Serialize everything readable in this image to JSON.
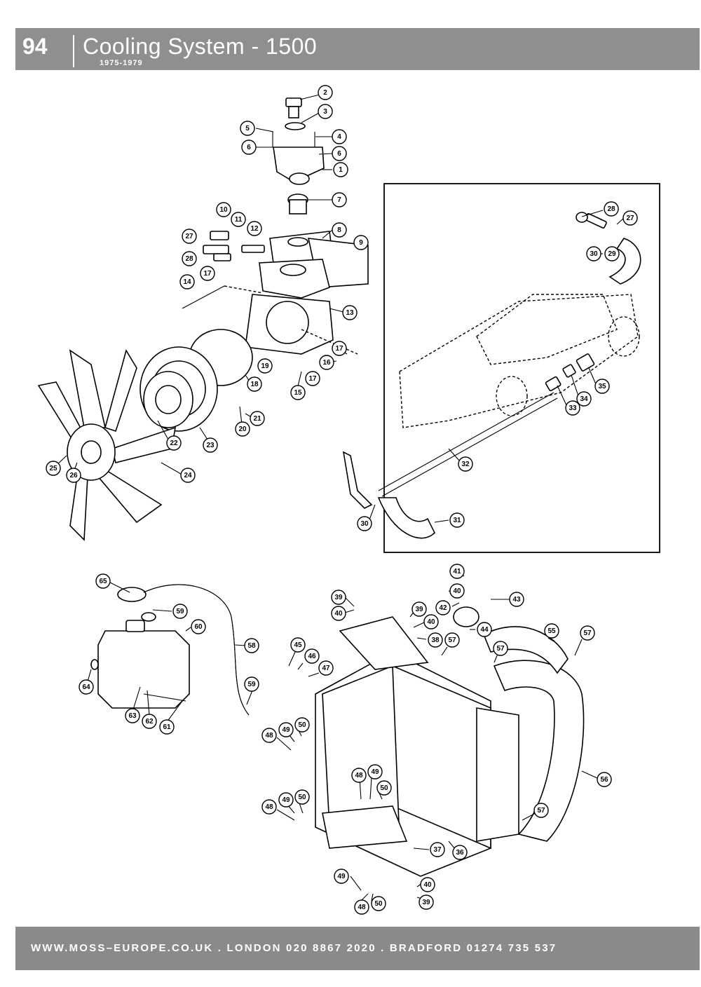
{
  "header": {
    "page_number": "94",
    "title": "Cooling System - 1500",
    "years": "1975-1979"
  },
  "callouts": [
    {
      "label": "1"
    },
    {
      "label": "2"
    },
    {
      "label": "3"
    },
    {
      "label": "4"
    },
    {
      "label": "5"
    },
    {
      "label": "6"
    },
    {
      "label": "6"
    },
    {
      "label": "7"
    },
    {
      "label": "8"
    },
    {
      "label": "9"
    },
    {
      "label": "10"
    },
    {
      "label": "11"
    },
    {
      "label": "12"
    },
    {
      "label": "13"
    },
    {
      "label": "14"
    },
    {
      "label": "15"
    },
    {
      "label": "16"
    },
    {
      "label": "17"
    },
    {
      "label": "17"
    },
    {
      "label": "17"
    },
    {
      "label": "18"
    },
    {
      "label": "19"
    },
    {
      "label": "20"
    },
    {
      "label": "21"
    },
    {
      "label": "22"
    },
    {
      "label": "23"
    },
    {
      "label": "24"
    },
    {
      "label": "25"
    },
    {
      "label": "26"
    },
    {
      "label": "27"
    },
    {
      "label": "28"
    },
    {
      "label": "28"
    },
    {
      "label": "27"
    },
    {
      "label": "30"
    },
    {
      "label": "29"
    },
    {
      "label": "35"
    },
    {
      "label": "34"
    },
    {
      "label": "33"
    },
    {
      "label": "32"
    },
    {
      "label": "30"
    },
    {
      "label": "31"
    },
    {
      "label": "65"
    },
    {
      "label": "59"
    },
    {
      "label": "60"
    },
    {
      "label": "58"
    },
    {
      "label": "64"
    },
    {
      "label": "59"
    },
    {
      "label": "63"
    },
    {
      "label": "62"
    },
    {
      "label": "61"
    },
    {
      "label": "41"
    },
    {
      "label": "40"
    },
    {
      "label": "42"
    },
    {
      "label": "43"
    },
    {
      "label": "44"
    },
    {
      "label": "39"
    },
    {
      "label": "40"
    },
    {
      "label": "39"
    },
    {
      "label": "40"
    },
    {
      "label": "38"
    },
    {
      "label": "57"
    },
    {
      "label": "55"
    },
    {
      "label": "57"
    },
    {
      "label": "57"
    },
    {
      "label": "45"
    },
    {
      "label": "46"
    },
    {
      "label": "47"
    },
    {
      "label": "48"
    },
    {
      "label": "49"
    },
    {
      "label": "50"
    },
    {
      "label": "48"
    },
    {
      "label": "49"
    },
    {
      "label": "50"
    },
    {
      "label": "48"
    },
    {
      "label": "49"
    },
    {
      "label": "50"
    },
    {
      "label": "56"
    },
    {
      "label": "57"
    },
    {
      "label": "36"
    },
    {
      "label": "37"
    },
    {
      "label": "49"
    },
    {
      "label": "48"
    },
    {
      "label": "50"
    },
    {
      "label": "40"
    },
    {
      "label": "39"
    }
  ],
  "footer": {
    "text": "WWW.MOSS–EUROPE.CO.UK . LONDON 020 8867 2020 . BRADFORD 01274 735 537"
  }
}
